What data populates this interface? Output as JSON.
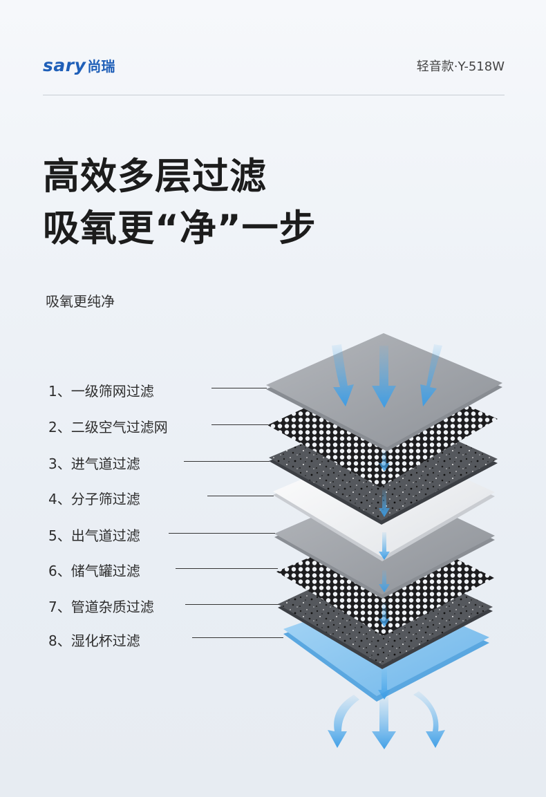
{
  "brand": {
    "name_en": "sary",
    "name_cn": "尚瑞"
  },
  "model": "轻音款·Y-518W",
  "headline": {
    "line1": "高效多层过滤",
    "line2": "吸氧更“净”一步"
  },
  "subtitle": "吸氧更纯净",
  "layers": [
    {
      "label": "1、一级筛网过滤"
    },
    {
      "label": "2、二级空气过滤网"
    },
    {
      "label": "3、进气道过滤"
    },
    {
      "label": "4、分子筛过滤"
    },
    {
      "label": "5、出气道过滤"
    },
    {
      "label": "6、储气罐过滤"
    },
    {
      "label": "7、管道杂质过滤"
    },
    {
      "label": "8、湿化杯过滤"
    }
  ],
  "colors": {
    "brand_blue": "#1f5fb8",
    "arrow_blue": "#4aa6ea",
    "felt_gray": "#9a9ea4",
    "speckle_dark": "#4a4d52",
    "sieve_white": "#f2f3f5",
    "cup_blue": "#8fc8f0"
  }
}
